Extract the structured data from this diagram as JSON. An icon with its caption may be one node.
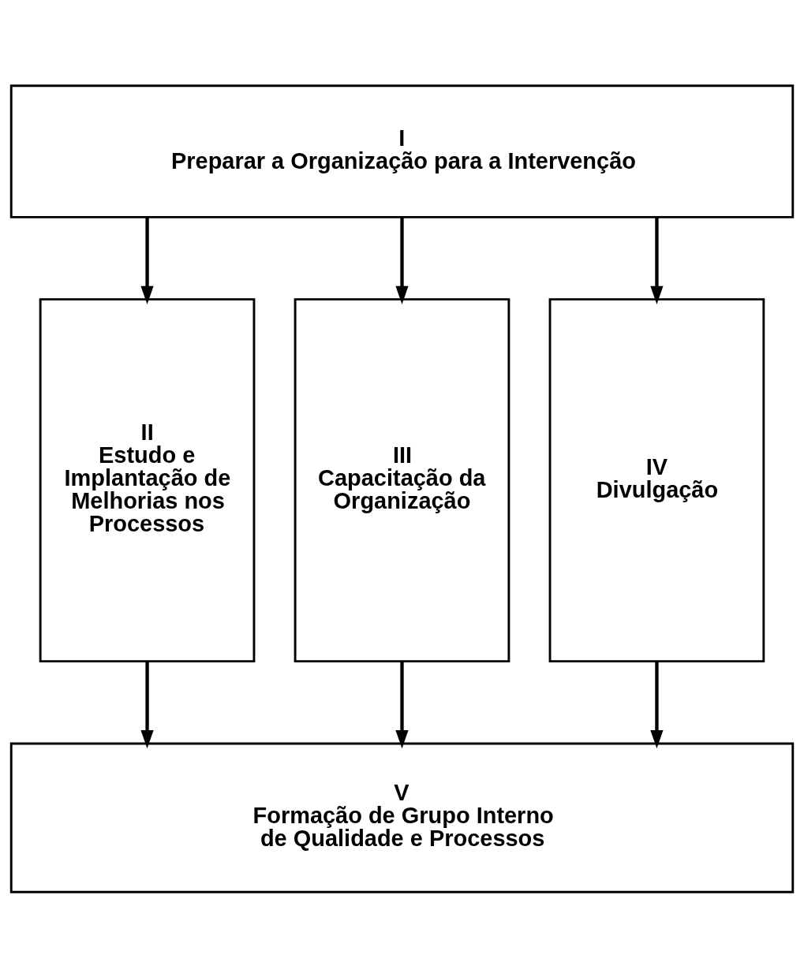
{
  "diagram": {
    "nodes": [
      {
        "text": [
          "I",
          "Preparar a Organização para a Intervenção"
        ]
      },
      {
        "text": [
          "II",
          "Estudo e Implantação de Melhorias nos Processos"
        ]
      },
      {
        "text": [
          "III",
          "Capacitação da Organização"
        ]
      },
      {
        "text": [
          "IV",
          "Divulgação"
        ]
      },
      {
        "text": [
          "V",
          "Formação de Grupo Interno de Qualidade e Processos"
        ]
      }
    ],
    "edges": [
      {
        "from": 0,
        "to": 1,
        "arrow": "to"
      },
      {
        "from": 0,
        "to": 2,
        "arrow": "to"
      },
      {
        "from": 0,
        "to": 3,
        "arrow": "to"
      },
      {
        "from": 1,
        "to": 4,
        "arrow": "to"
      },
      {
        "from": 2,
        "to": 4,
        "arrow": "to"
      },
      {
        "from": 3,
        "to": 4,
        "arrow": "to"
      }
    ]
  }
}
